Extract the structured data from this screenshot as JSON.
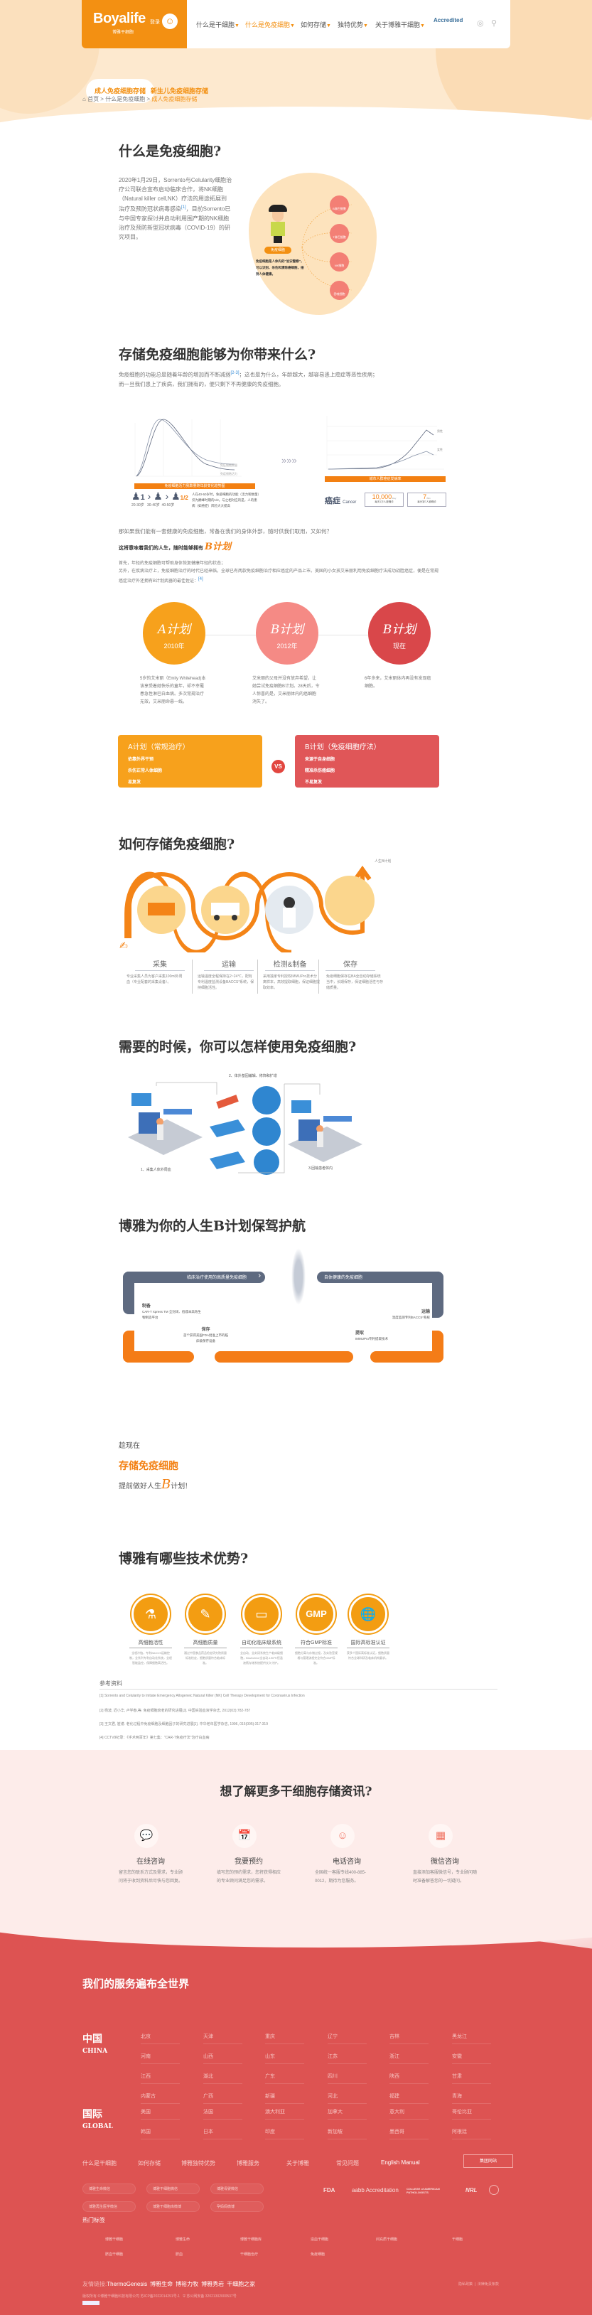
{
  "header": {
    "brand": "Boyalife",
    "brand_sub": "博雅干细胞",
    "login": "登录",
    "nav": [
      {
        "label": "什么是干细胞"
      },
      {
        "label": "什么是免疫细胞"
      },
      {
        "label": "如何存储"
      },
      {
        "label": "独特优势"
      },
      {
        "label": "关于博雅干细胞"
      }
    ],
    "accredited": "Accredited"
  },
  "subtabs": [
    "成人免疫细胞存储",
    "新生儿免疫细胞存储"
  ],
  "breadcrumb": [
    "首页",
    "什么是免疫细胞",
    "成人免疫细胞存储"
  ],
  "s1": {
    "title": "什么是免疫细胞?",
    "text": "2020年1月29日，Sorrento与Celularity细胞治疗公司联合宣布启动临床合作，将NK细胞（Natural killer cell,NK）疗法的用途拓展到治疗及预防冠状病毒感染",
    "ref": "[1]",
    "text2": "，目前Sorrento已与中国专家探讨并启动利用围产期的NK细胞治疗及预防新型冠状病毒（COVID-19）的研究项目。",
    "police_tag": "免疫细胞",
    "police_desc": "免疫细胞是人体内的“治安警察”，可以识别、杀伤和清除癌细胞，维持人体健康。",
    "cells": [
      "B淋巴细胞",
      "T淋巴细胞",
      "NK细胞",
      "吞噬细胞"
    ]
  },
  "s2": {
    "title": "存储免疫细胞能够为你带来什么?",
    "p1": "免疫细胞的功能总是随着年龄的增加而不断减弱",
    "p1ref": "[2-3]",
    "p1b": "；这也是为什么，年龄越大，越容易患上癌症等恶性疾病；",
    "p2": "而一旦我们患上了疾病，我们拥有的，便只剩下不再健康的免疫细胞。",
    "chart1_bar": "免疫细胞活力我数量随年龄变化趋势图",
    "chart1_legend": [
      "免疫细胞数量",
      "免疫细胞活力"
    ],
    "ages": [
      "20-30岁",
      "30-40岁",
      "40-50岁"
    ],
    "ratio1": "1",
    "ratio2": "1/2",
    "chart1_note": "人在40-50岁时，免疫细胞的功能（活力和数量）仅为巅峰时期的1/2。与之相对应的是，人的患病（如癌症）风险大大提高",
    "chart2_bar": "城市人群癌症发病率",
    "chart2_legend": [
      "男性",
      "女性"
    ],
    "cancer": "癌症",
    "cancer_en": "Cancer",
    "stat1": "10,000",
    "stat1_unit": "/Day",
    "stat1_label": "每天1万人被确诊",
    "stat2": "7",
    "stat2_unit": "/Min",
    "stat2_label": "每分钟7人被确诊",
    "q": "那如果我们能有一套健康的免疫细胞，常备在我们的身体外部，随时供我们取用，又如何？",
    "bold": "这将意味着我们的人生，随时能够拥有",
    "bplan": "B计划",
    "p3": "首先，年轻的免疫细胞可帮助身体恢复健康年轻的状态；",
    "p4": "另外，在疾病治疗上，免疫细胞治疗的时代已经来临，全球已有两款免疫细胞治疗相应癌症的产品上市。美国的小女孩艾米丽利用免疫细胞疗法成功战胜癌症，便是在常规癌症治疗外还拥有B计划武器的最佳佐证：",
    "p4ref": "[4]",
    "timeline": [
      {
        "plan": "A计划",
        "when": "2010年",
        "color": "#f7a11c",
        "desc": "5岁的艾米丽（Emily Whitehead)本该享受着她快乐的童年，却不幸罹患急性淋巴白血病。多次常规治疗无效，艾米丽命悬一线。"
      },
      {
        "plan": "B计划",
        "when": "2012年",
        "color": "#f58a85",
        "desc": "艾米丽的父母并没有放弃希望，让她尝试免疫细胞B计划。28天后，令人惊喜的是，艾米丽体内的癌细胞消失了。"
      },
      {
        "plan": "B计划",
        "when": "现在",
        "color": "#d9474a",
        "desc": "6年多来，艾米丽体内再没有发现癌细胞。"
      }
    ],
    "cardA": {
      "title": "A计划（常规治疗）",
      "items": [
        "依靠外界干预",
        "杀伤正常人体细胞",
        "易复发"
      ]
    },
    "vs": "VS",
    "cardB": {
      "title": "B计划（免疫细胞疗法）",
      "items": [
        "来源于自身细胞",
        "精准杀伤癌细胞",
        "不易复发"
      ]
    }
  },
  "s3": {
    "title": "如何存储免疫细胞?",
    "end_label": "人生B计划",
    "steps": [
      {
        "name": "采集",
        "desc": "专业采集人员为客户采集100ml外周血（专业配套的采集设备）。"
      },
      {
        "name": "运输",
        "desc": "运输温度全程保持在2~24℃，配有专利温度监测设备BACCS*系统，保持细胞活性。"
      },
      {
        "name": "检测&制备",
        "desc": "采用独家专利授权IMMUPro技术分离样本，高效提取细胞，保证细胞提取效率。"
      },
      {
        "name": "保存",
        "desc": "免疫细胞保存在BA全自动存储系统当中，长期保存，保证细胞活性与存储质量。"
      }
    ]
  },
  "s4": {
    "title": "需要的时候，你可以怎样使用免疫细胞?",
    "labels": [
      "1、采集人体外周血",
      "2、体外基因编辑、修饰和扩增",
      "3.回输患者体内"
    ]
  },
  "s5": {
    "title": "博雅为你的人生B计划保驾护航",
    "top_left": "临床治疗使用的高质量免疫细胞",
    "top_right": "自体健康的免疫细胞",
    "nodes": [
      {
        "name": "制备",
        "desc": "CAR-T Xpress TM 全封闭、低成本高效生物制造平台"
      },
      {
        "name": "保存",
        "desc": "首个获得美国FDA批准上市的临床级保存设备"
      },
      {
        "name": "提取",
        "desc": "IMMUPro专利提取技术"
      },
      {
        "name": "运输",
        "desc": "温度监测专利BACCS*系统"
      }
    ]
  },
  "cta": {
    "l1": "趁现在",
    "l2": "存储免疫细胞",
    "l3a": "提前做好人生",
    "l3b": "B",
    "l3c": "计划!"
  },
  "s6": {
    "title": "博雅有哪些技术优势?",
    "items": [
      {
        "icon": "test-tubes",
        "name": "高细胞活性",
        "desc": "全程冷链，专利BACCS运输控制，全系列专利自动化系统，全程智能监控，保障细胞高活性。"
      },
      {
        "icon": "dropper",
        "name": "高细胞质量",
        "desc": "通过中国食品药品检定研究院质量标准检定，细胞质量符合临床标准。"
      },
      {
        "icon": "monitor",
        "name": "自动化临床级系统",
        "desc": "全自动、全封闭系统生产临床级细胞，BioArchive全自动-196℃恒温液氮存储系统提供长久守护。"
      },
      {
        "icon": "gmp",
        "name": "符合GMP标准",
        "desc": "细胞分离与存储过程，及实验室规格与管理流程完全符合GMP标准。"
      },
      {
        "icon": "globe",
        "name": "国际高标准认证",
        "desc": "获多个国际高标准认证，细胞质量符合全球科研及临床机构要求。"
      }
    ]
  },
  "refs": {
    "title": "参考资料",
    "items": [
      "[1] Sorrento and Celularity to Initiate Emergency Allogeneic Natural Killer (NK) Cell Therapy Development for Coronavirus Infection",
      "[2] 杨波, 迟小华, 卢学春,等. 免疫细胞衰老的研究进展[J]. 中国实验血液学杂志, 2012(03):782-787",
      "[3] 王文君, 崔谨. 老化过程中免疫细胞及细胞因子的研究进展[J]. 中华老年医学杂志, 1996, 015(005):317-319",
      "[4] CCTV9纪录：《手术两百年》第七集：“CAR-T免疫疗法”治疗白血病"
    ]
  },
  "info": {
    "title": "想了解更多干细胞存储资讯?",
    "items": [
      {
        "name": "在线咨询",
        "desc": "留言您的联系方式及需求，专业顾问将于收到资料后尽快与您回复。"
      },
      {
        "name": "我要预约",
        "desc": "填写您的预约需求，您将获得相应的专业顾问满足您的需求。"
      },
      {
        "name": "电话咨询",
        "desc": "全国统一客服专线400-885-0012，期待为您服务。"
      },
      {
        "name": "微信咨询",
        "desc": "直接添加客服微信号，专业顾问随时准备解答您的一切疑问。"
      }
    ]
  },
  "footer": {
    "title": "我们的服务遍布全世界",
    "china": "中国",
    "china_en": "CHINA",
    "china_cities": [
      "北京",
      "天津",
      "重庆",
      "辽宁",
      "吉林",
      "黑龙江",
      "河南",
      "山西",
      "山东",
      "江苏",
      "浙江",
      "安徽",
      "江西",
      "湖北",
      "广东",
      "四川",
      "陕西",
      "甘肃",
      "内蒙古",
      "广西",
      "新疆",
      "河北",
      "福建",
      "青海"
    ],
    "global": "国际",
    "global_en": "GLOBAL",
    "global_cities": [
      "美国",
      "法国",
      "澳大利亚",
      "加拿大",
      "意大利",
      "哥伦比亚",
      "韩国",
      "日本",
      "印度",
      "新加坡",
      "墨西哥",
      "阿根廷"
    ],
    "nav": [
      "什么是干细胞",
      "如何存储",
      "博雅独特优势",
      "博雅服务",
      "关于博雅",
      "常见问题",
      "English Manual"
    ],
    "group_site": "集团网站",
    "weibo": [
      "博雅生命微信",
      "博雅干细胞微信",
      "博雅母婴微信",
      "博雅再生医学微信",
      "博雅干细胞库微博",
      "孕妈妈微博"
    ],
    "certs": [
      "FDA",
      "aabb Accreditation",
      "COLLEGE of AMERICAN PATHOLOGISTS",
      "NRL"
    ],
    "hot_title": "热门标签",
    "hot": [
      "博雅干细胞",
      "博雅生命",
      "博雅干细胞库",
      "造血干细胞",
      "间充质干细胞",
      "干细胞",
      "脐血干细胞",
      "脐血",
      "干细胞治疗",
      "免疫细胞"
    ],
    "friends_label": "友情链接:",
    "friends": [
      "ThermoGenesis",
      "博雅生命",
      "博裕力牧",
      "博雅秀岩",
      "干细胞之家"
    ],
    "copyright": "版权所有 ©博雅干细胞科技有限公司 苏ICP备2022014291号-1",
    "police": "苏公网安备 32021302000537号",
    "legal": [
      "隐私政策",
      "法律免责条款"
    ]
  }
}
